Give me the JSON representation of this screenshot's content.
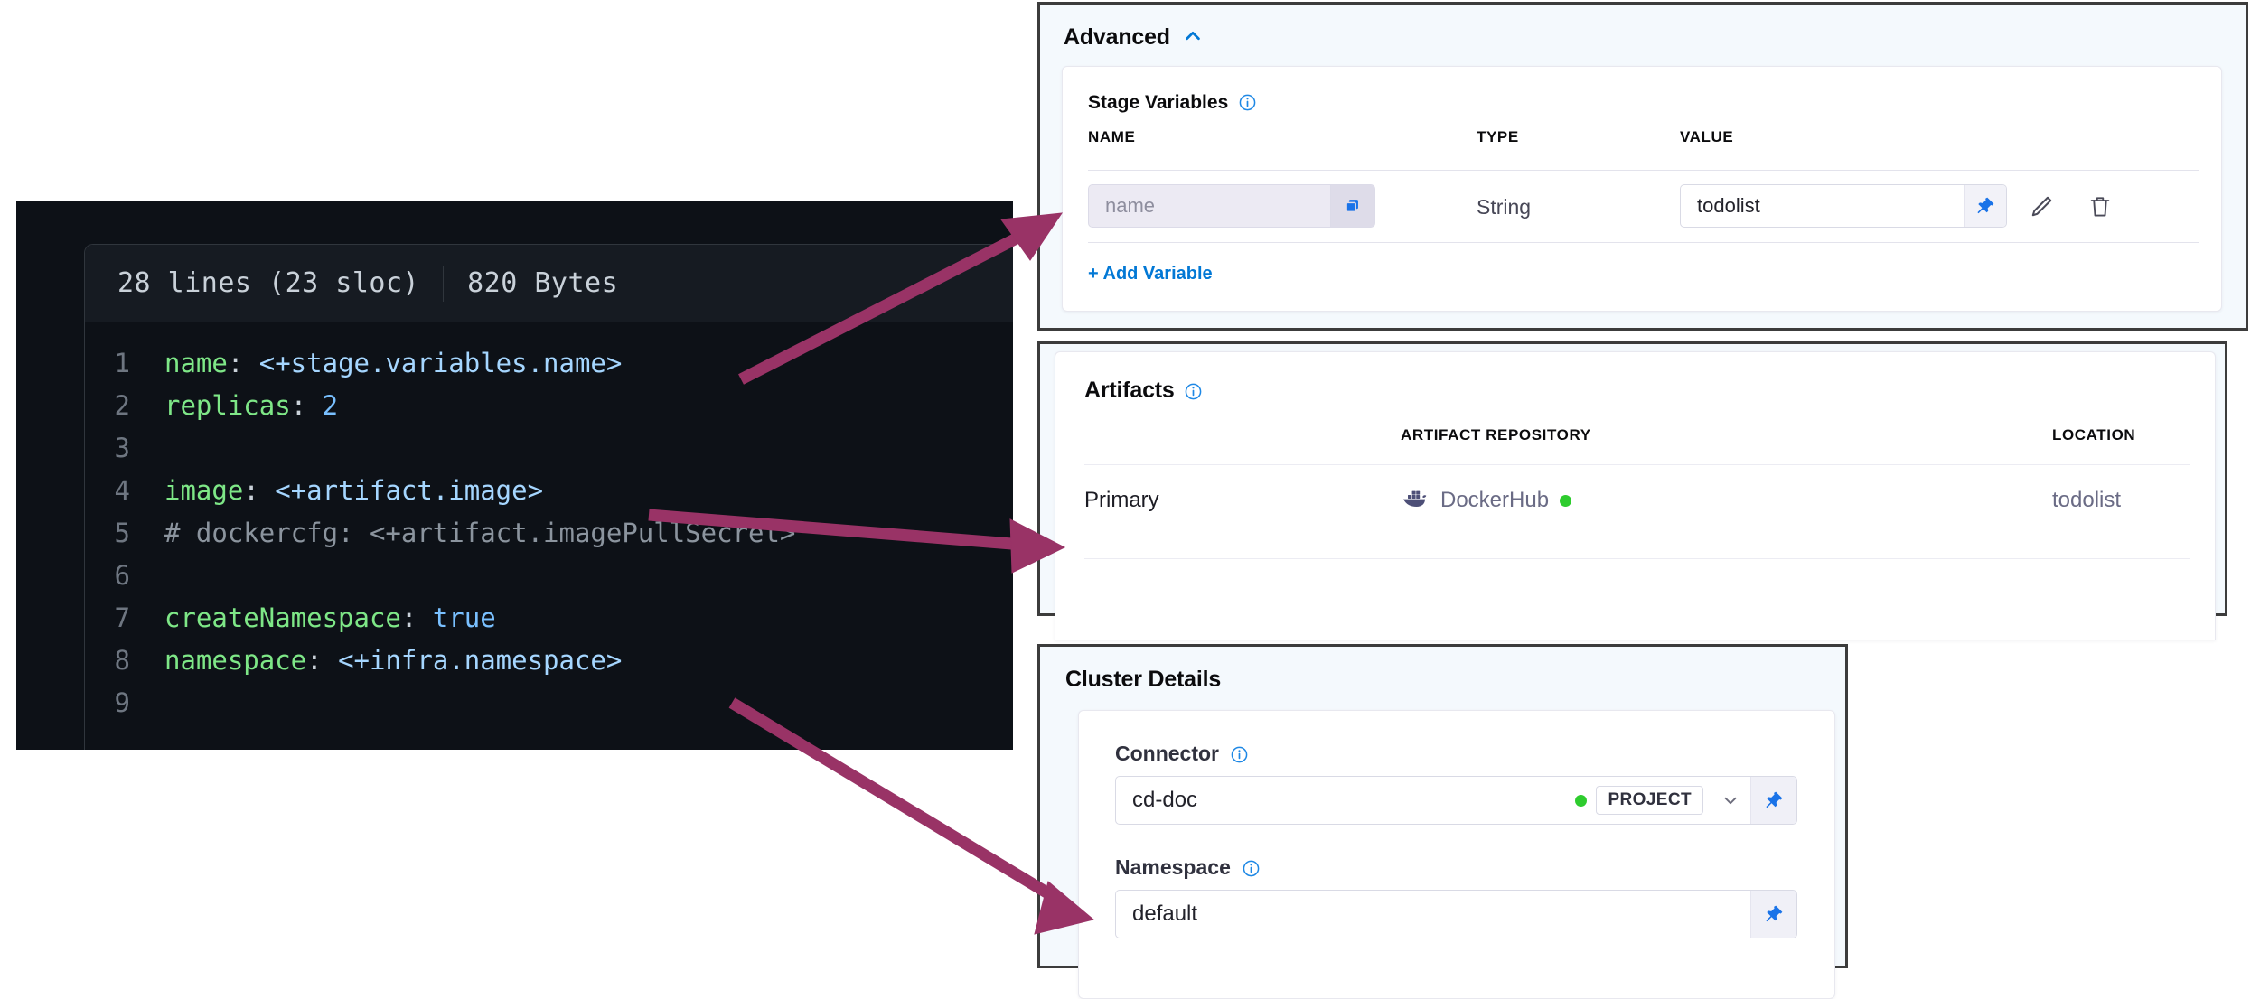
{
  "code_viewer": {
    "lines_meta": "28 lines (23 sloc)",
    "bytes_meta": "820 Bytes",
    "lines": [
      {
        "num": "1",
        "key": "name",
        "colon": ": ",
        "expr": "<+stage.variables.name>",
        "kind": "expr"
      },
      {
        "num": "2",
        "key": "replicas",
        "colon": ": ",
        "expr": "2",
        "kind": "num"
      },
      {
        "num": "3",
        "key": "",
        "colon": "",
        "expr": "",
        "kind": "blank"
      },
      {
        "num": "4",
        "key": "image",
        "colon": ": ",
        "expr": "<+artifact.image>",
        "kind": "expr"
      },
      {
        "num": "5",
        "key": "",
        "colon": "",
        "expr": "# dockercfg: <+artifact.imagePullSecret>",
        "kind": "comment"
      },
      {
        "num": "6",
        "key": "",
        "colon": "",
        "expr": "",
        "kind": "blank"
      },
      {
        "num": "7",
        "key": "createNamespace",
        "colon": ": ",
        "expr": "true",
        "kind": "num"
      },
      {
        "num": "8",
        "key": "namespace",
        "colon": ": ",
        "expr": "<+infra.namespace>",
        "kind": "expr"
      },
      {
        "num": "9",
        "key": "",
        "colon": "",
        "expr": "",
        "kind": "blank"
      }
    ]
  },
  "advanced_panel": {
    "section_title": "Advanced",
    "collapse_icon": "chevron-up-icon",
    "stage_variables_label": "Stage Variables",
    "info_icon": "info-icon",
    "columns": {
      "name": "NAME",
      "type": "TYPE",
      "value": "VALUE"
    },
    "row": {
      "name_placeholder": "name",
      "copy_icon": "copy-icon",
      "type": "String",
      "value": "todolist",
      "pin_icon": "pin-icon",
      "edit_icon": "pencil-icon",
      "delete_icon": "trash-icon"
    },
    "add_variable_label": "+ Add Variable"
  },
  "artifacts_panel": {
    "title": "Artifacts",
    "info_icon": "info-icon",
    "columns": {
      "repository": "ARTIFACT REPOSITORY",
      "location": "LOCATION"
    },
    "row": {
      "type": "Primary",
      "repository": "DockerHub",
      "repository_icon": "docker-whale-icon",
      "status_color": "#2ecc2e",
      "location": "todolist"
    }
  },
  "cluster_panel": {
    "title": "Cluster Details",
    "connector_label": "Connector",
    "connector_info_icon": "info-icon",
    "connector_value": "cd-doc",
    "connector_scope_badge": "PROJECT",
    "connector_status_color": "#2ecc2e",
    "connector_caret_icon": "chevron-down-icon",
    "connector_pin_icon": "pin-icon",
    "namespace_label": "Namespace",
    "namespace_info_icon": "info-icon",
    "namespace_value": "default",
    "namespace_pin_icon": "pin-icon"
  },
  "annotations": {
    "arrow_color": "#993366",
    "arrows": [
      {
        "name": "arrow-to-stage-variable-name",
        "from_label": "name: <+stage.variables.name>",
        "to_label": "Stage Variables name field"
      },
      {
        "name": "arrow-to-artifact-primary",
        "from_label": "image: <+artifact.image>",
        "to_label": "Artifacts Primary row"
      },
      {
        "name": "arrow-to-namespace-field",
        "from_label": "namespace: <+infra.namespace>",
        "to_label": "Cluster Details Namespace field"
      }
    ]
  }
}
